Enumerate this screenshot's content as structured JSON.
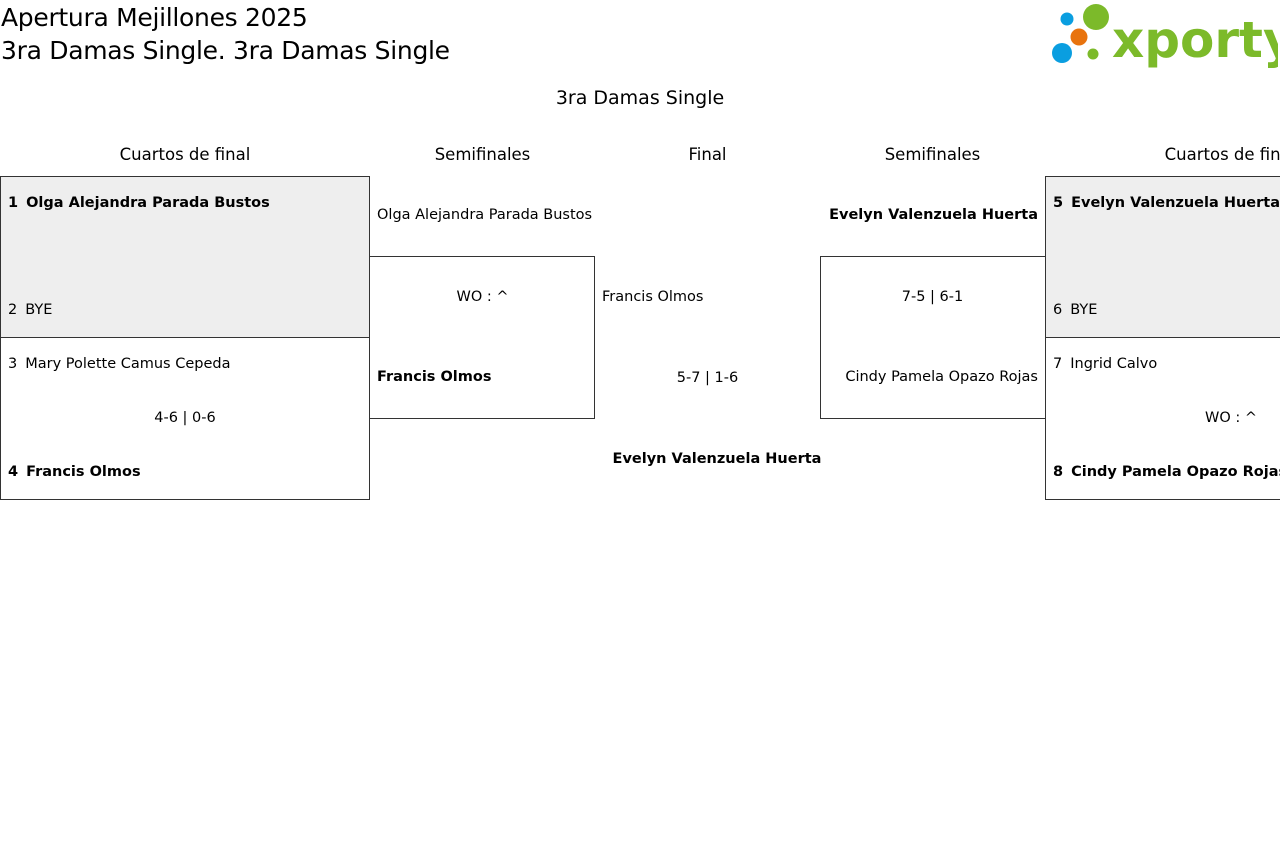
{
  "header": {
    "tournament": "Apertura Mejillones 2025",
    "category": "3ra Damas Single. 3ra Damas Single",
    "logo_text": "xporty"
  },
  "draw_title": "3ra Damas Single",
  "rounds": {
    "left_qf": "Cuartos de final",
    "left_sf": "Semifinales",
    "final": "Final",
    "right_sf": "Semifinales",
    "right_qf": "Cuartos de final"
  },
  "left_qf": {
    "match1": {
      "p1_seed": "1",
      "p1_name": "Olga Alejandra Parada Bustos",
      "p2_seed": "2",
      "p2_name": "BYE"
    },
    "match2": {
      "p1_seed": "3",
      "p1_name": "Mary Polette Camus Cepeda",
      "score": "4-6 | 0-6",
      "p2_seed": "4",
      "p2_name": "Francis Olmos"
    }
  },
  "left_sf": {
    "p1_name": "Olga Alejandra Parada Bustos",
    "score": "WO : ^",
    "p2_name": "Francis Olmos"
  },
  "final": {
    "p1_name": "Francis Olmos",
    "score": "5-7 | 1-6",
    "winner": "Evelyn Valenzuela Huerta"
  },
  "right_sf": {
    "p1_name": "Evelyn Valenzuela Huerta",
    "score": "7-5 | 6-1",
    "p2_name": "Cindy Pamela Opazo Rojas"
  },
  "right_qf": {
    "match1": {
      "p1_seed": "5",
      "p1_name": "Evelyn Valenzuela Huerta",
      "p2_seed": "6",
      "p2_name": "BYE"
    },
    "match2": {
      "p1_seed": "7",
      "p1_name": "Ingrid Calvo",
      "score": "WO : ^",
      "p2_seed": "8",
      "p2_name": "Cindy Pamela Opazo Rojas"
    }
  },
  "colors": {
    "logo_green": "#7cba2a",
    "logo_blue": "#0a9ee0",
    "logo_orange": "#e8730e",
    "box_grey": "#eeeeee"
  }
}
